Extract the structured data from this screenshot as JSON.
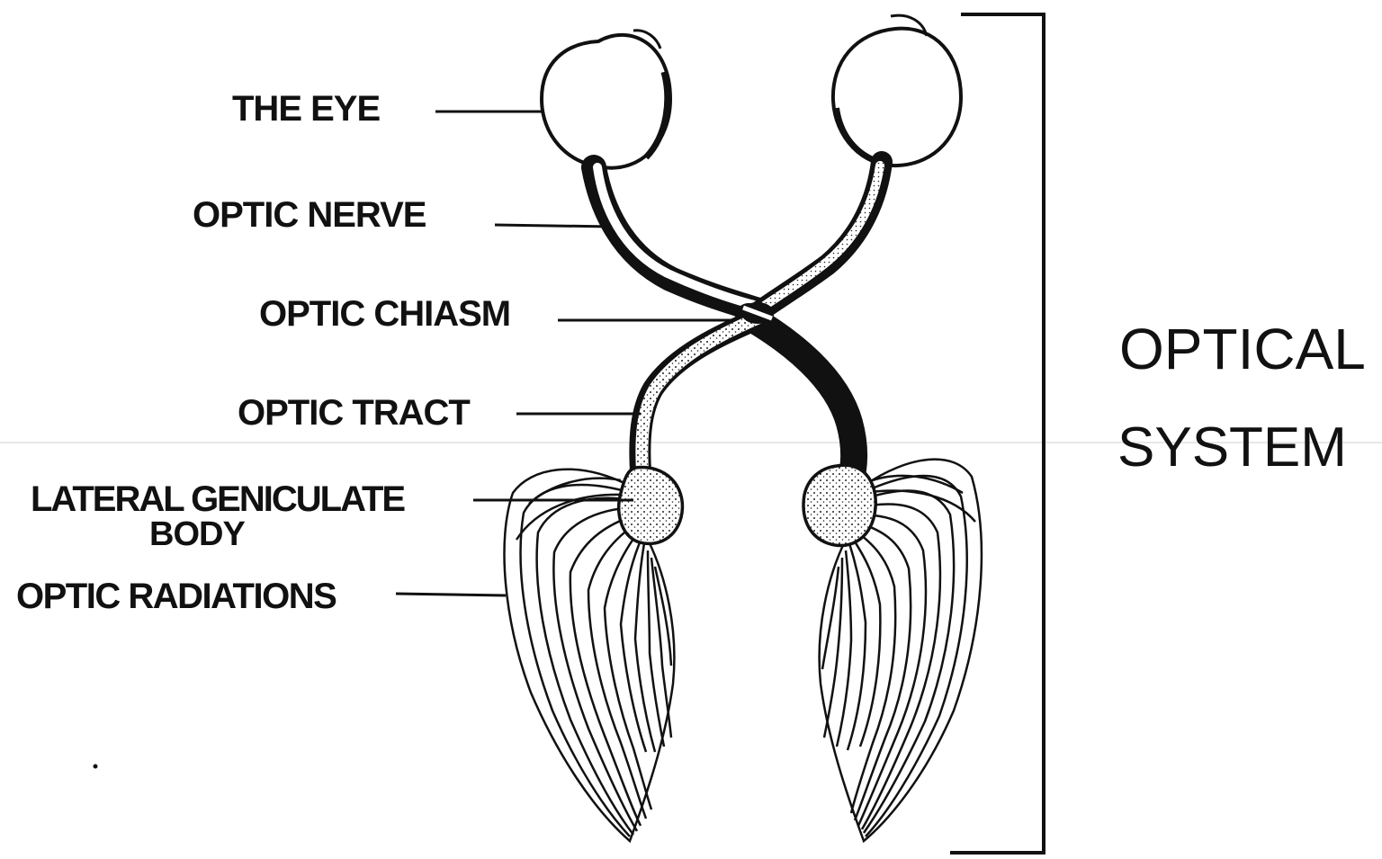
{
  "diagram": {
    "labels": {
      "eye": "THE EYE",
      "optic_nerve": "OPTIC NERVE",
      "optic_chiasm": "OPTIC CHIASM",
      "optic_tract": "OPTIC TRACT",
      "lgb_line1": "LATERAL GENICULATE",
      "lgb_line2": "BODY",
      "optic_radiations": "OPTIC RADIATIONS"
    },
    "system": {
      "line1": "OPTICAL",
      "line2": "SYSTEM"
    }
  }
}
